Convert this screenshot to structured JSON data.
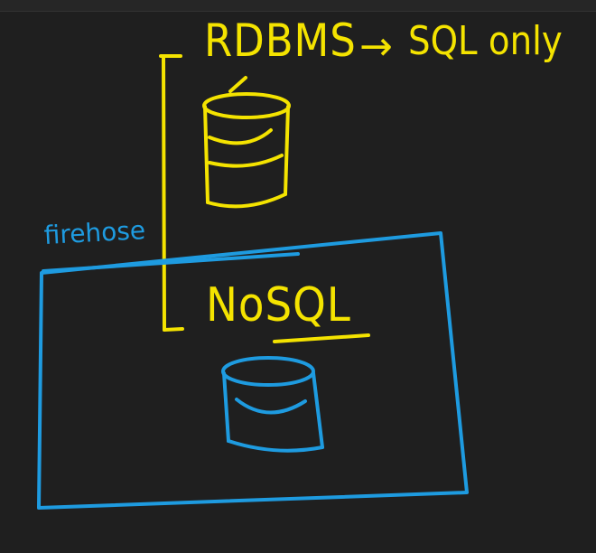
{
  "colors": {
    "background": "#1f1f1f",
    "yellow": "#f4e300",
    "blue": "#1e9be0"
  },
  "labels": {
    "rdbms": "RDBMS",
    "arrow": "→",
    "sql_only": "SQL only",
    "firehose": "firehose",
    "nosql": "NoSQL"
  },
  "icons": [
    "database-icon",
    "database-icon"
  ]
}
